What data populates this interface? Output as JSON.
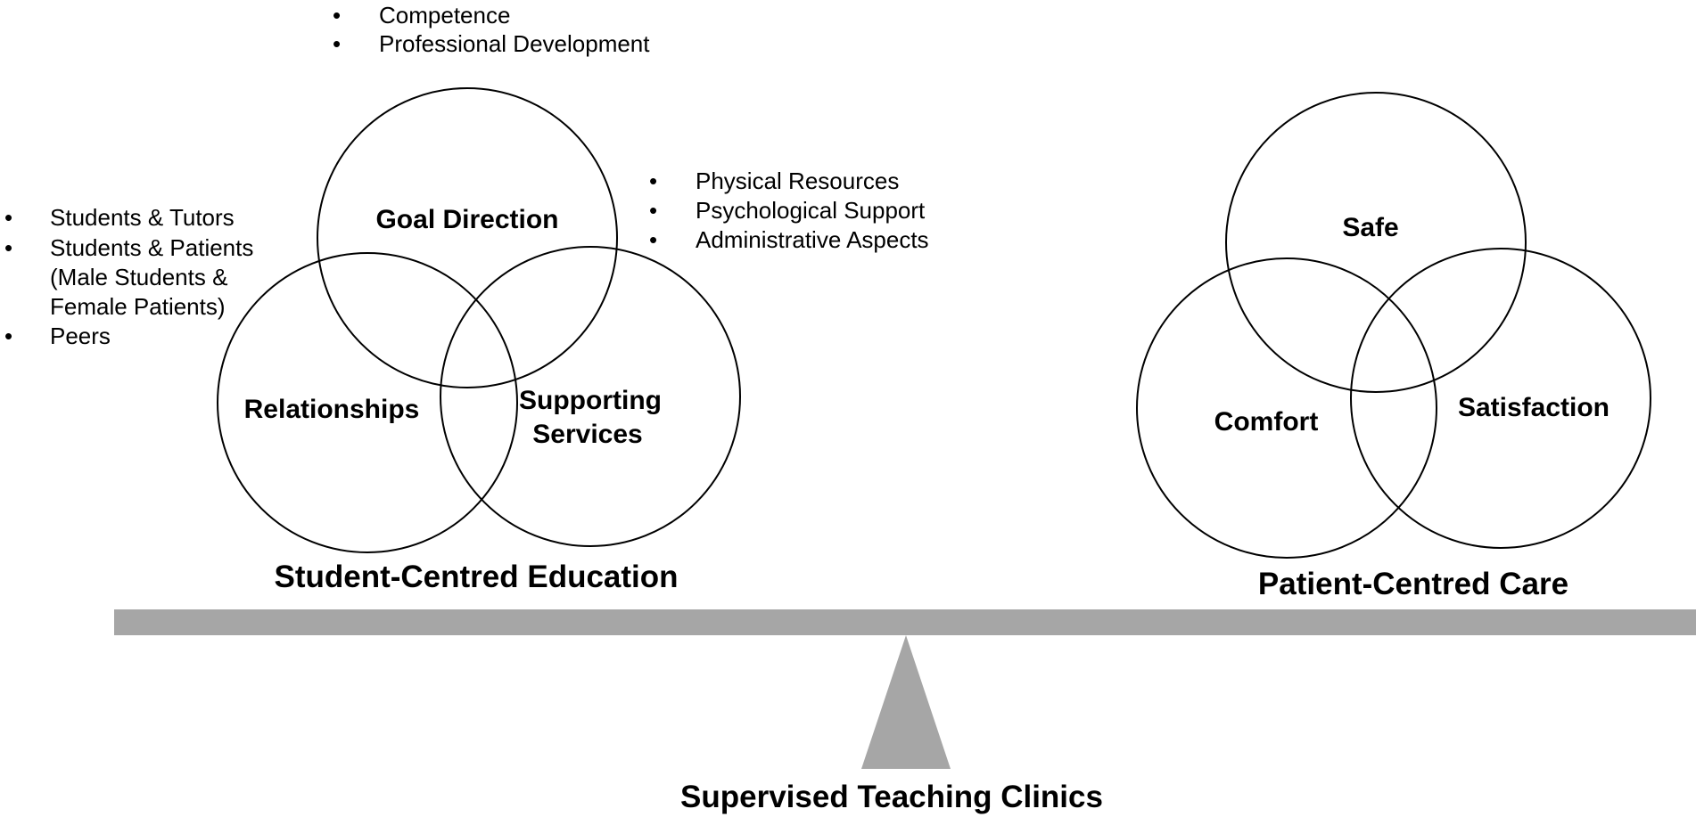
{
  "colors": {
    "balance": "#a6a6a6",
    "stroke": "#000000",
    "text": "#000000"
  },
  "left_group": {
    "title": "Student-Centred Education",
    "circles": {
      "top": "Goal Direction",
      "left": "Relationships",
      "right_line1": "Supporting",
      "right_line2": "Services"
    },
    "goal_bullets": [
      "Competence",
      "Professional Development"
    ],
    "services_bullets": [
      "Physical Resources",
      "Psychological Support",
      "Administrative Aspects"
    ],
    "relationship_bullets": [
      {
        "lines": [
          "Students & Tutors"
        ]
      },
      {
        "lines": [
          "Students & Patients",
          "(Male Students &",
          "Female Patients)"
        ]
      },
      {
        "lines": [
          "Peers"
        ]
      }
    ]
  },
  "right_group": {
    "title": "Patient-Centred Care",
    "circles": {
      "top": "Safe",
      "left": "Comfort",
      "right": "Satisfaction"
    }
  },
  "fulcrum_label": "Supervised Teaching Clinics"
}
